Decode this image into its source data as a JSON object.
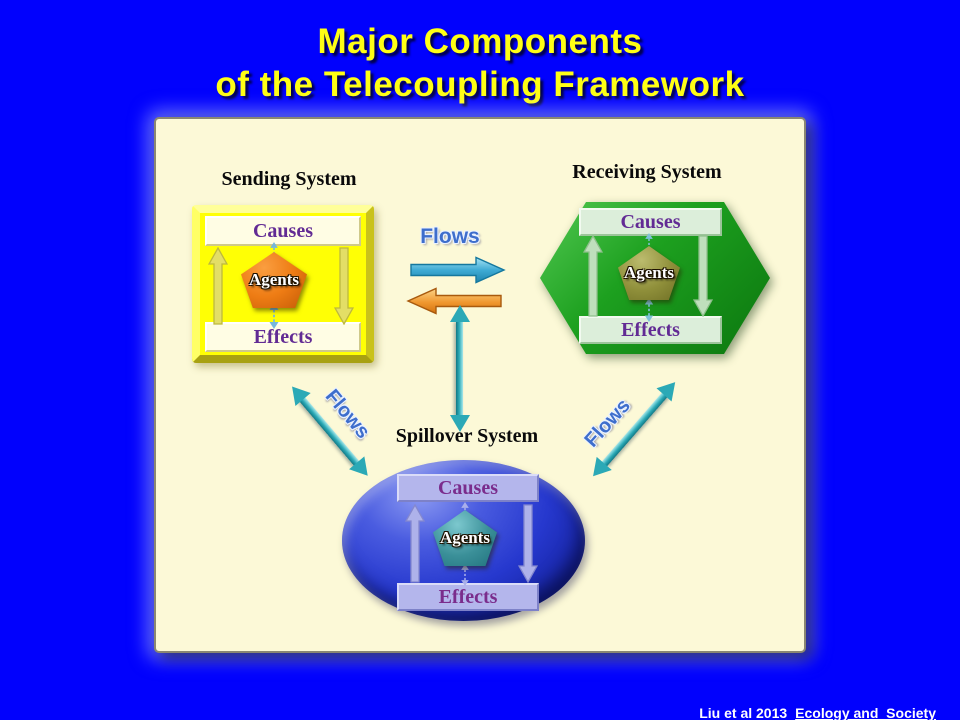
{
  "title": {
    "line1": "Major Components",
    "line2": "of the Telecoupling Framework"
  },
  "systems": {
    "sending": {
      "label": "Sending System",
      "causes": "Causes",
      "agents": "Agents",
      "effects": "Effects"
    },
    "receiving": {
      "label": "Receiving System",
      "causes": "Causes",
      "agents": "Agents",
      "effects": "Effects"
    },
    "spillover": {
      "label": "Spillover System",
      "causes": "Causes",
      "agents": "Agents",
      "effects": "Effects"
    }
  },
  "flows": {
    "center_label": "Flows",
    "left_label": "Flows",
    "right_label": "Flows"
  },
  "citation": {
    "authors": "Liu et al 2013",
    "journal": "Ecology and  Society"
  },
  "colors": {
    "background_blue": "#0101FD",
    "title_yellow": "#FFFF14",
    "panel_cream": "#FCF9D7",
    "sending_yellow": "#FFFF05",
    "receiving_green": "#1DA01F",
    "spillover_blue": "#2638CE",
    "agents_orange": "#EE7C14",
    "agents_olive": "#8F8F3A",
    "agents_teal": "#3A8F98",
    "flow_blue_arrow": "#3FABD4",
    "flow_orange_arrow": "#F09830",
    "flow_teal_arrow": "#2BA9B6",
    "bar_text_purple": "#622B94",
    "flows_text_blue": "#3E6ECC"
  }
}
